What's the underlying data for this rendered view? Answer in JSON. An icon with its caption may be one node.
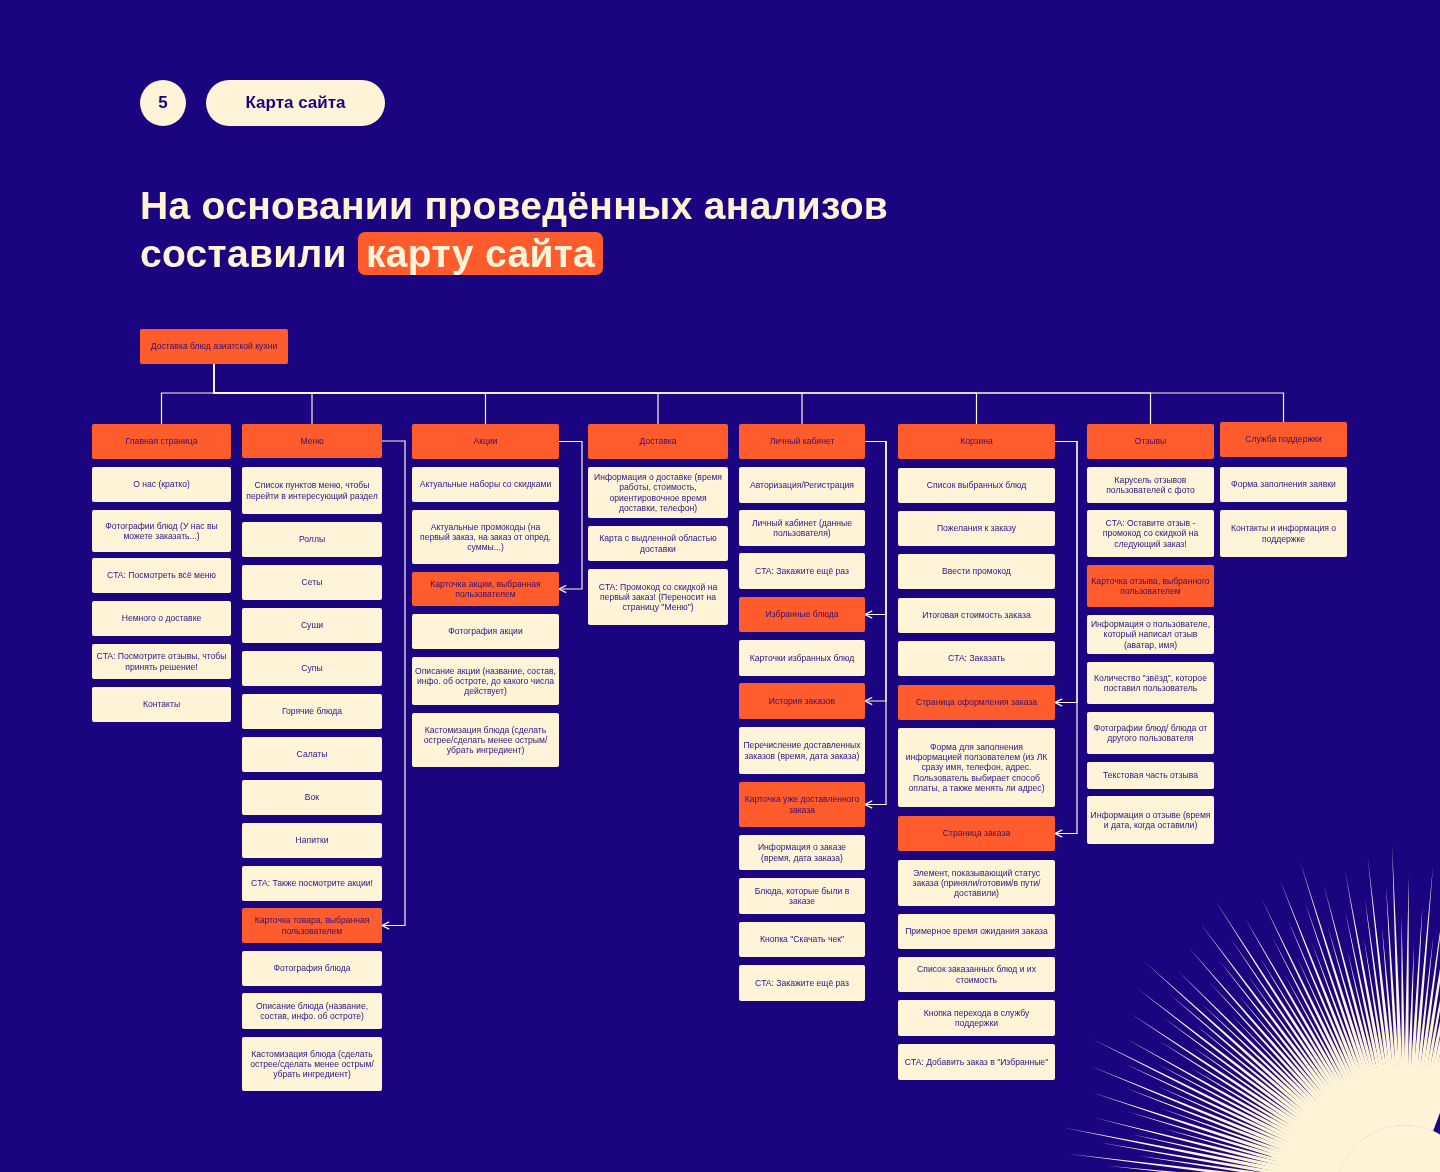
{
  "diagram": {
    "title": "На основании проведённых анализов составили **карту сайта**",
    "nodes": [
      {
        "text": [
          "5"
        ]
      },
      {
        "text": [
          "Карта сайта"
        ]
      },
      {
        "text": [
          "Доставка блюд азиатской кухни"
        ]
      },
      {
        "text": [
          "Главная страница"
        ]
      },
      {
        "text": [
          "О нас (кратко)"
        ]
      },
      {
        "text": [
          "Фотографии блюд (У нас вы можете заказать...)"
        ]
      },
      {
        "text": [
          "CTA: Посмотреть всё меню"
        ]
      },
      {
        "text": [
          "Немного о доставке"
        ]
      },
      {
        "text": [
          "CTA: Посмотрите отзывы, чтобы принять решение!"
        ]
      },
      {
        "text": [
          "Контакты"
        ]
      },
      {
        "text": [
          "Меню"
        ]
      },
      {
        "text": [
          "Список пунктов меню, чтобы перейти в интересующий раздел"
        ]
      },
      {
        "text": [
          "Роллы"
        ]
      },
      {
        "text": [
          "Сеты"
        ]
      },
      {
        "text": [
          "Суши"
        ]
      },
      {
        "text": [
          "Супы"
        ]
      },
      {
        "text": [
          "Горячие блюда"
        ]
      },
      {
        "text": [
          "Салаты"
        ]
      },
      {
        "text": [
          "Вок"
        ]
      },
      {
        "text": [
          "Напитки"
        ]
      },
      {
        "text": [
          "CTA: Также посмотрите акции!"
        ]
      },
      {
        "text": [
          "Карточка товара, выбранная пользователем"
        ]
      },
      {
        "text": [
          "Фотография блюда"
        ]
      },
      {
        "text": [
          "Описание блюда (название, состав, инфо. об остроте)"
        ]
      },
      {
        "text": [
          "Кастомизация блюда (сделать острее/сделать менее острым/убрать ингредиент)"
        ]
      },
      {
        "text": [
          "Акции"
        ]
      },
      {
        "text": [
          "Актуальные наборы со скидками"
        ]
      },
      {
        "text": [
          "Актуальные промокоды (на первый заказ, на заказ от опред. суммы...)"
        ]
      },
      {
        "text": [
          "Карточка акции, выбранная пользователем"
        ]
      },
      {
        "text": [
          "Фотография акции"
        ]
      },
      {
        "text": [
          "Описание акции (название, состав, инфо. об остроте, до какого числа действует)"
        ]
      },
      {
        "text": [
          "Кастомизация блюда (сделать острее/сделать менее острым/убрать ингредиент)"
        ]
      },
      {
        "text": [
          "Доставка"
        ]
      },
      {
        "text": [
          "Информация о доставке (время работы, стоимость, ориентировочное время доставки, телефон)"
        ]
      },
      {
        "text": [
          "Карта с выдленной областью доставки"
        ]
      },
      {
        "text": [
          "CTA: Промокод со скидкой на первый заказ! (Переносит на страницу \"Меню\")"
        ]
      },
      {
        "text": [
          "Личный кабинет"
        ]
      },
      {
        "text": [
          "Авторизация/Регистрация"
        ]
      },
      {
        "text": [
          "Личный кабинет (данные пользователя)"
        ]
      },
      {
        "text": [
          "CTA: Закажите ещё раз"
        ]
      },
      {
        "text": [
          "Избранные блюда"
        ]
      },
      {
        "text": [
          "Карточки избранных блюд"
        ]
      },
      {
        "text": [
          "История заказов"
        ]
      },
      {
        "text": [
          "Перечисление доставленных заказов (время, дата заказа)"
        ]
      },
      {
        "text": [
          "Карточка уже доставленного заказа"
        ]
      },
      {
        "text": [
          "Информация о заказе (время, дата заказа)"
        ]
      },
      {
        "text": [
          "Блюда, которые были в заказе"
        ]
      },
      {
        "text": [
          "Кнопка \"Скачать чек\""
        ]
      },
      {
        "text": [
          "CTA: Закажите ещё раз"
        ]
      },
      {
        "text": [
          "Корзина"
        ]
      },
      {
        "text": [
          "Список выбранных блюд"
        ]
      },
      {
        "text": [
          "Пожелания к заказу"
        ]
      },
      {
        "text": [
          "Ввести промокод"
        ]
      },
      {
        "text": [
          "Итоговая стоимость заказа"
        ]
      },
      {
        "text": [
          "CTA: Заказать"
        ]
      },
      {
        "text": [
          "Страница оформления заказа"
        ]
      },
      {
        "text": [
          "Форма для заполнения информацией ползователем (из ЛК сразу имя, телефон, адрес. Пользователь выбирает способ оплаты, а также менять ли адрес)"
        ]
      },
      {
        "text": [
          "Страница заказа"
        ]
      },
      {
        "text": [
          "Элемент, показывающий статус заказа (приняли/готовим/в пути/доставили)"
        ]
      },
      {
        "text": [
          "Примерное время ожидания заказа"
        ]
      },
      {
        "text": [
          "Список заказанных блюд и их стоимость"
        ]
      },
      {
        "text": [
          "Кнопка перехода в службу поддержки"
        ]
      },
      {
        "text": [
          "CTA: Добавить заказ в \"Избранные\""
        ]
      },
      {
        "text": [
          "Отзывы"
        ]
      },
      {
        "text": [
          "Карусель отзывов пользователей с фото"
        ]
      },
      {
        "text": [
          "CTA: Оставите отзыв - промокод со скидкой на следующий заказ!"
        ]
      },
      {
        "text": [
          "Карточка отзыва, выбранного пользователем"
        ]
      },
      {
        "text": [
          "Информация о пользователе, который написал отзыв (аватар, имя)"
        ]
      },
      {
        "text": [
          "Количество \"звёзд\", которое поставил пользователь"
        ]
      },
      {
        "text": [
          "Фотографии блюд/ блюда от другого пользователя"
        ]
      },
      {
        "text": [
          "Текстовая часть отзыва"
        ]
      },
      {
        "text": [
          "Информация о отзыве (время и дата, когда оставили)"
        ]
      },
      {
        "text": [
          "Служба поддержки"
        ]
      },
      {
        "text": [
          "Форма заполнения заявки"
        ]
      },
      {
        "text": [
          "Контакты и информация о поддержке"
        ]
      }
    ],
    "edges": [
      {
        "from": 2,
        "to": 3,
        "arrow": "none"
      },
      {
        "from": 2,
        "to": 10,
        "arrow": "none"
      },
      {
        "from": 2,
        "to": 25,
        "arrow": "none"
      },
      {
        "from": 2,
        "to": 32,
        "arrow": "none"
      },
      {
        "from": 2,
        "to": 36,
        "arrow": "none"
      },
      {
        "from": 2,
        "to": 49,
        "arrow": "none"
      },
      {
        "from": 2,
        "to": 63,
        "arrow": "none"
      },
      {
        "from": 2,
        "to": 72,
        "arrow": "none"
      },
      {
        "from": 10,
        "to": 21,
        "arrow": "to"
      },
      {
        "from": 25,
        "to": 28,
        "arrow": "to"
      },
      {
        "from": 36,
        "to": 40,
        "arrow": "to"
      },
      {
        "from": 36,
        "to": 42,
        "arrow": "to"
      },
      {
        "from": 36,
        "to": 44,
        "arrow": "to"
      },
      {
        "from": 49,
        "to": 55,
        "arrow": "to"
      },
      {
        "from": 49,
        "to": 57,
        "arrow": "to"
      }
    ]
  }
}
